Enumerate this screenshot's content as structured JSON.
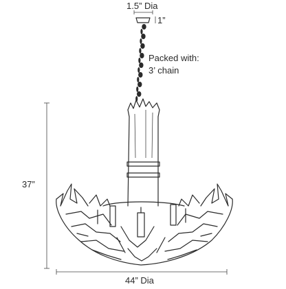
{
  "dimensions": {
    "canopy_diameter": "1.5” Dia",
    "canopy_height": "1”",
    "height": "37”",
    "width": "44” Dia"
  },
  "note": {
    "line1": "Packed with:",
    "line2": "3’ chain"
  }
}
